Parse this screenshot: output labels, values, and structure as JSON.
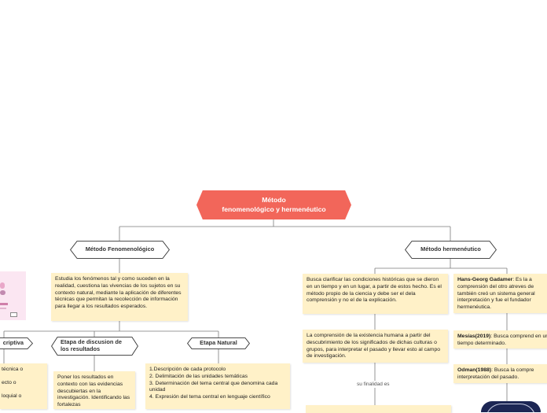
{
  "central": {
    "line1": "Método",
    "line2": "fenomenológico y hermenéutico"
  },
  "branches": {
    "left": {
      "label": "Método Fenomenológico"
    },
    "right": {
      "label": "Método hermenéutico"
    }
  },
  "left_card": {
    "text": "Estudia los fenómenos tal y como suceden en la realidad, cuestiona las vivencias de los sujetos en su contexto natural, mediante la aplicación de diferentes técnicas que permitan la recolección de información para llegar a los resultados esperados."
  },
  "stages": {
    "descriptive": {
      "label": "criptiva"
    },
    "discussion": {
      "label": "Etapa de discusion de los resultados"
    },
    "natural": {
      "label": "Etapa Natural"
    }
  },
  "stage_cards": {
    "descriptive_lines": [
      "técnica o",
      "",
      "ecto o",
      "",
      "loquial o"
    ],
    "discussion": "Poner los resultados en contexto con las evidencias descubiertas en la investigación. Identificando las fortalezas",
    "natural_lines": [
      "1.Descripción de cada protocolo",
      "2. Delimitación de las unidades temáticas",
      "3. Determinación del tema central que denomina cada unidad",
      "4. Expresión del tema central en lenguaje científico"
    ]
  },
  "right_cards": {
    "history": "Busca clarificar las condiciones históricas que se dieron en un tiempo y en un lugar, a partir de estos hecho. Es el método propio de la ciencia y debe ser el dela comprensión y no el de la explicación.",
    "existence": "La comprensión de la existencia humana a partir del descubrimiento de los significados de dichas culturas o grupos, para interpretar el pasado y llevar esto al campo de investigación.",
    "purpose_label": "su finalidad es"
  },
  "authors": [
    {
      "name": "Hans-Georg Gadamer",
      "text": ": Es la a comprensión del otro atreves de también creó un sistema general interpretación y fue el fundador hermenéutica."
    },
    {
      "name": "Mesías(2019)",
      "text": ": Busca comprend en un tiempo determinado."
    },
    {
      "name": "Odman(1988)",
      "text": ": Busca la compre interpretación del pasado."
    }
  ],
  "colors": {
    "central": "#f2665a",
    "card": "#fff1c8",
    "line": "#7a7a7a"
  }
}
